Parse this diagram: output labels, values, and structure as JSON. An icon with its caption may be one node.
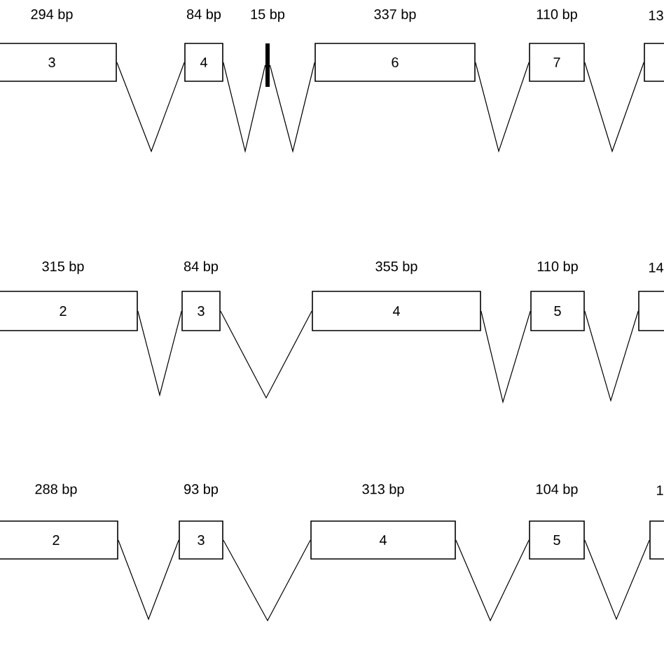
{
  "diagram": {
    "nodes": [
      {
        "text": [
          "3"
        ],
        "beside": [
          "294 bp"
        ]
      },
      {
        "text": [
          "4"
        ],
        "beside": [
          "84 bp"
        ]
      },
      {
        "text": [],
        "shape": "bar",
        "beside": [
          "15 bp"
        ]
      },
      {
        "text": [
          "6"
        ],
        "beside": [
          "337 bp"
        ]
      },
      {
        "text": [
          "7"
        ],
        "beside": [
          "110 bp"
        ]
      },
      {
        "text": [],
        "shape": "box",
        "beside": [
          "13"
        ]
      },
      {
        "text": [
          "2"
        ],
        "beside": [
          "315 bp"
        ]
      },
      {
        "text": [
          "3"
        ],
        "beside": [
          "84 bp"
        ]
      },
      {
        "text": [
          "4"
        ],
        "beside": [
          "355 bp"
        ]
      },
      {
        "text": [
          "5"
        ],
        "beside": [
          "110 bp"
        ]
      },
      {
        "text": [],
        "shape": "box",
        "beside": [
          "14"
        ]
      },
      {
        "text": [
          "2"
        ],
        "beside": [
          "288 bp"
        ]
      },
      {
        "text": [
          "3"
        ],
        "beside": [
          "93 bp"
        ]
      },
      {
        "text": [
          "4"
        ],
        "beside": [
          "313 bp"
        ]
      },
      {
        "text": [
          "5"
        ],
        "beside": [
          "104 bp"
        ]
      },
      {
        "text": [],
        "shape": "box",
        "beside": [
          "1"
        ]
      }
    ],
    "edges": [
      {
        "from": 0,
        "to": 1,
        "arrow": "none"
      },
      {
        "from": 1,
        "to": 2,
        "arrow": "none"
      },
      {
        "from": 2,
        "to": 3,
        "arrow": "none"
      },
      {
        "from": 3,
        "to": 4,
        "arrow": "none"
      },
      {
        "from": 4,
        "to": 5,
        "arrow": "none"
      },
      {
        "from": 6,
        "to": 7,
        "arrow": "none"
      },
      {
        "from": 7,
        "to": 8,
        "arrow": "none"
      },
      {
        "from": 8,
        "to": 9,
        "arrow": "none"
      },
      {
        "from": 9,
        "to": 10,
        "arrow": "none"
      },
      {
        "from": 11,
        "to": 12,
        "arrow": "none"
      },
      {
        "from": 12,
        "to": 13,
        "arrow": "none"
      },
      {
        "from": 13,
        "to": 14,
        "arrow": "none"
      },
      {
        "from": 14,
        "to": 15,
        "arrow": "none"
      }
    ]
  }
}
